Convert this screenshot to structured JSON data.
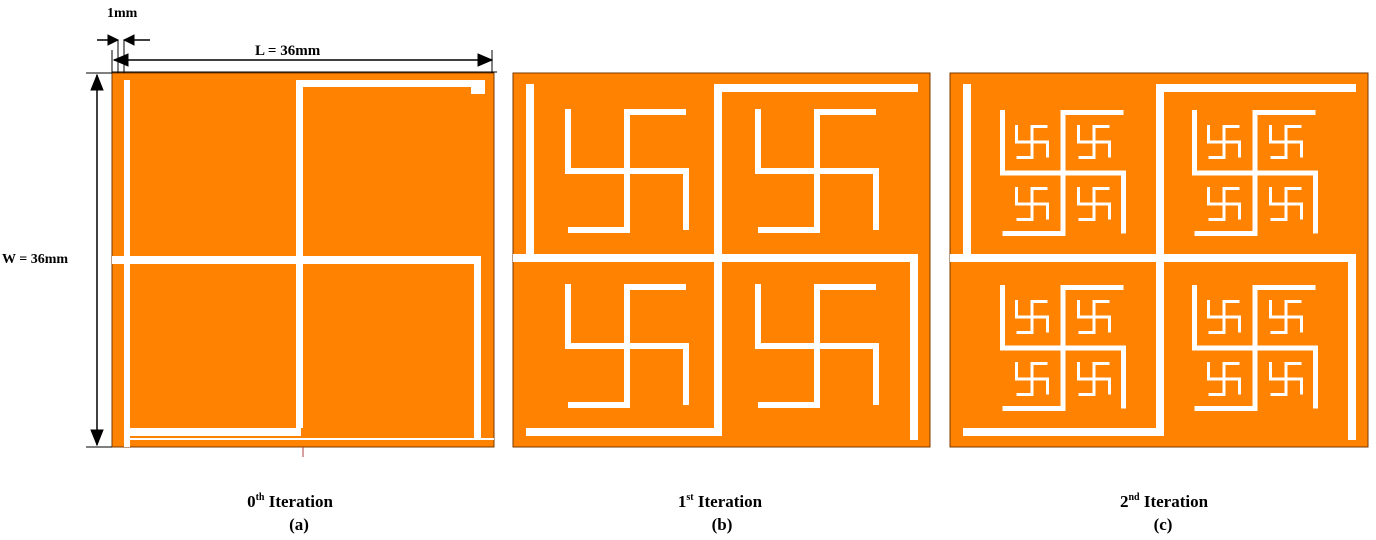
{
  "colors": {
    "patch": "#FF8200",
    "slot": "#FFFFFF",
    "edge": "#7A3A00",
    "dimension": "#000000"
  },
  "dimensions": {
    "gap_label": "1mm",
    "length_label": "L = 36mm",
    "width_label": "W = 36mm"
  },
  "panels": [
    {
      "ordinal": "0",
      "suffix": "th",
      "word": " Iteration",
      "tag": "(a)",
      "iteration": 0
    },
    {
      "ordinal": "1",
      "suffix": "st",
      "word": " Iteration",
      "tag": "(b)",
      "iteration": 1
    },
    {
      "ordinal": "2",
      "suffix": "nd",
      "word": " Iteration",
      "tag": "(c)",
      "iteration": 2
    }
  ]
}
